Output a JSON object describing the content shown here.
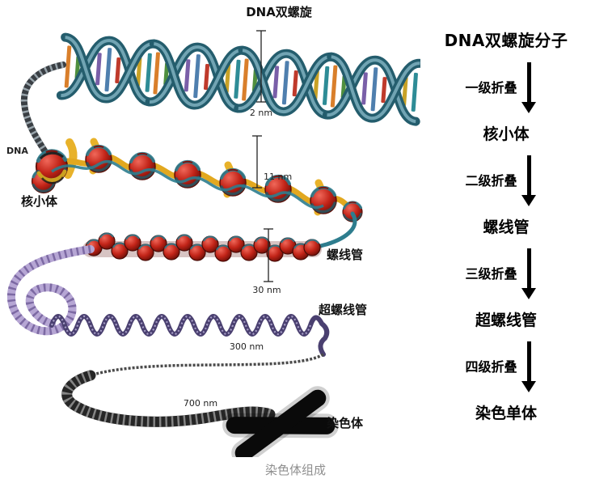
{
  "illustration": {
    "labels": {
      "dna_helix": "DNA双螺旋",
      "dna": "DNA",
      "nucleosome": "核小体",
      "solenoid": "螺线管",
      "super_solenoid": "超螺线管",
      "chromosome": "染色体"
    },
    "measurements": {
      "dna_helix": "2 nm",
      "nucleosome": "11 nm",
      "solenoid": "30 nm",
      "super_solenoid": "300 nm",
      "chromosome": "700 nm"
    }
  },
  "flowchart": {
    "title": "DNA双螺旋分子",
    "steps": [
      {
        "label": "一级折叠",
        "result": "核小体"
      },
      {
        "label": "二级折叠",
        "result": "螺线管"
      },
      {
        "label": "三级折叠",
        "result": "超螺线管"
      },
      {
        "label": "四级折叠",
        "result": "染色单体"
      }
    ]
  },
  "caption": "染色体组成",
  "colors": {
    "text": "#000000",
    "caption_gray": "#8f8f8f",
    "arrow_black": "#000000",
    "ribbon_teal": "#245d6d",
    "nucleosome_red": "#c22418",
    "linker_yellow": "#e2a81f",
    "coil_purple": "#6e5a96"
  }
}
